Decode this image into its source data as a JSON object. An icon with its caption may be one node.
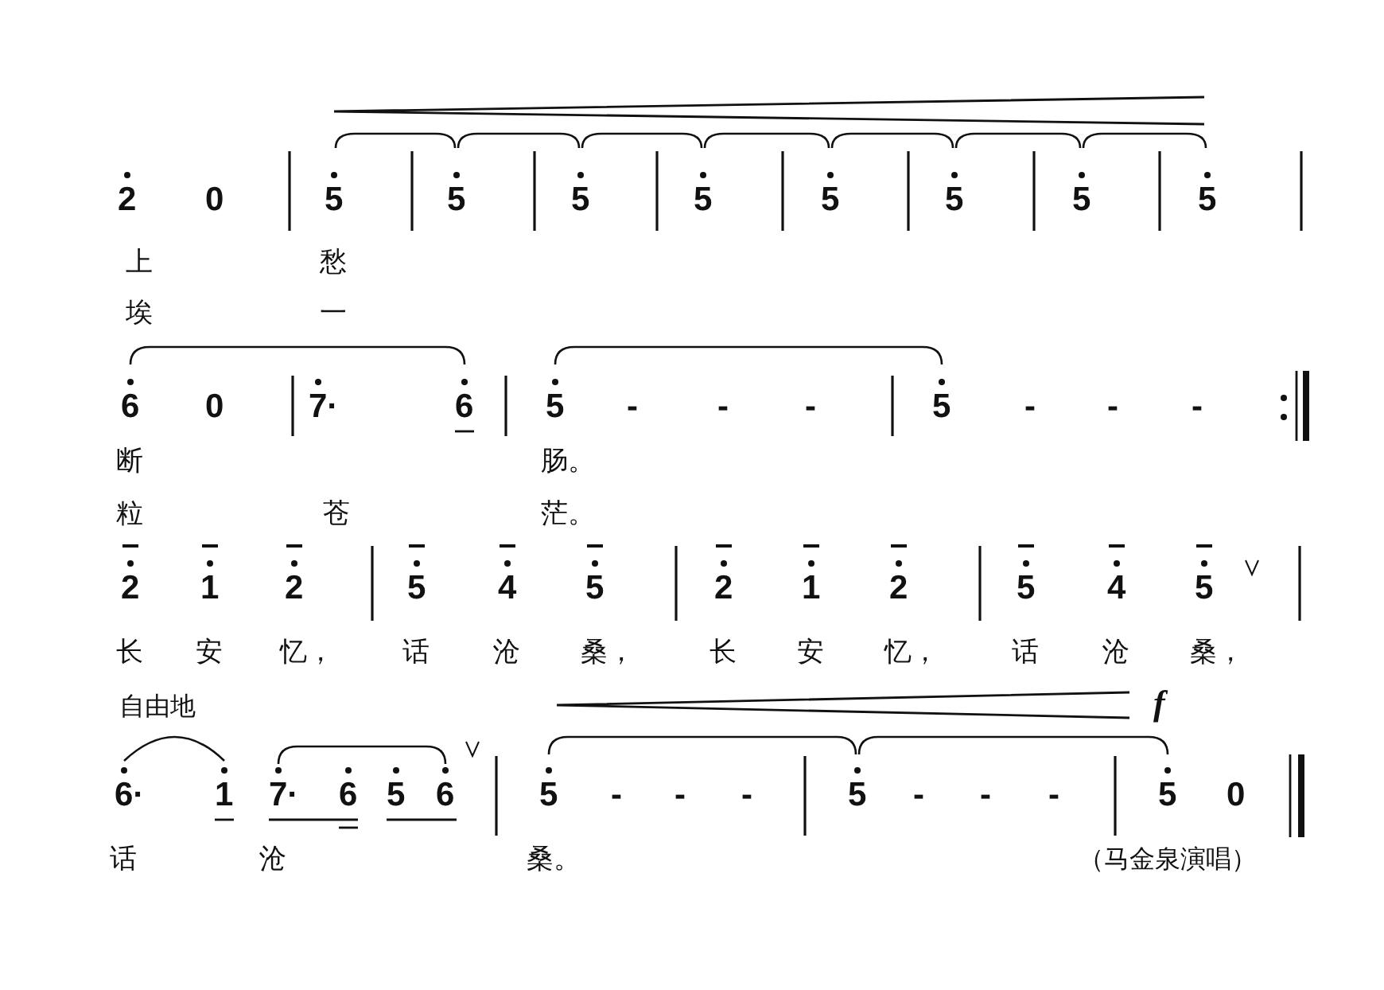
{
  "diagram": {
    "labels": [
      "2",
      "0",
      "5",
      "5",
      "5",
      "5",
      "5",
      "5",
      "5",
      "5",
      "上",
      "愁",
      "埃",
      "一",
      "6",
      "0",
      "7·",
      "6",
      "5",
      "-",
      "-",
      "-",
      "5",
      "-",
      "-",
      "-",
      "断",
      "肠。",
      "粒",
      "苍",
      "茫。",
      "2",
      "1",
      "2",
      "5",
      "4",
      "5",
      "2",
      "1",
      "2",
      "5",
      "4",
      "5",
      "长",
      "安",
      "忆，",
      "话",
      "沧",
      "桑，",
      "长",
      "安",
      "忆，",
      "话",
      "沧",
      "桑，",
      "自由地",
      "f",
      "6·",
      "1",
      "7·",
      "6",
      "5",
      "6",
      "5",
      "-",
      "-",
      "-",
      "5",
      "-",
      "-",
      "-",
      "5",
      "0",
      "话",
      "沧",
      "桑。",
      "（马金泉演唱）"
    ]
  }
}
